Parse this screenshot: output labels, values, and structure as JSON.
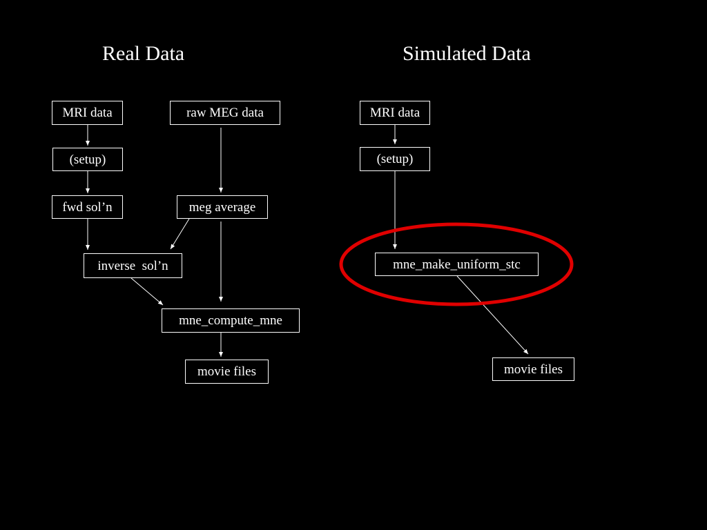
{
  "colors": {
    "background": "#000000",
    "text": "#ffffff",
    "highlight": "#e00000"
  },
  "real": {
    "title": "Real Data",
    "nodes": {
      "mri": "MRI data",
      "setup": "(setup)",
      "fwd": "fwd sol’n",
      "raw_meg": "raw MEG data",
      "meg_avg": "meg average",
      "inverse": "inverse  sol’n",
      "compute": "mne_compute_mne",
      "movie": "movie files"
    }
  },
  "simulated": {
    "title": "Simulated Data",
    "nodes": {
      "mri": "MRI data",
      "setup": "(setup)",
      "make_uniform": "mne_make_uniform_stc",
      "movie": "movie files"
    }
  }
}
